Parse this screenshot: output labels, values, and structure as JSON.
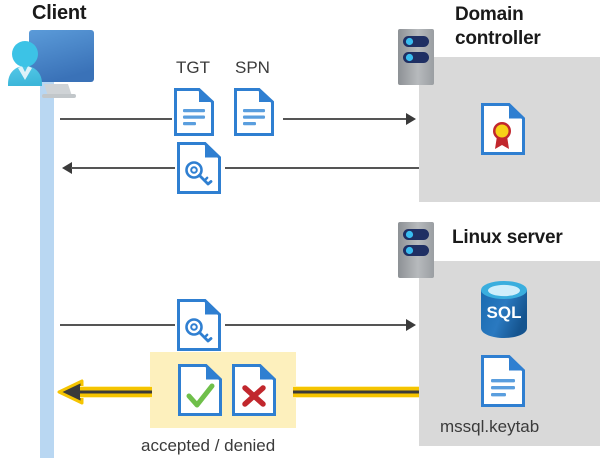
{
  "diagram": {
    "title_client": "Client",
    "title_domain_controller": "Domain\ncontroller",
    "title_domain_controller_line1": "Domain",
    "title_domain_controller_line2": "controller",
    "title_linux_server": "Linux server"
  },
  "labels": {
    "tgt": "TGT",
    "spn": "SPN",
    "accepted_denied": "accepted / denied",
    "keytab_file": "mssql.keytab"
  },
  "icons": {
    "client": "user-with-monitor-icon",
    "server_rack_dc": "server-rack-icon",
    "server_rack_linux": "server-rack-icon",
    "tgt_doc": "document-icon",
    "spn_doc": "document-icon",
    "ticket_key_doc_top": "document-with-key-icon",
    "ticket_key_doc_bottom": "document-with-key-icon",
    "certificate": "certificate-document-icon",
    "sql_database": "sql-database-icon",
    "keytab_doc": "document-icon",
    "accepted_doc": "document-with-checkmark-icon",
    "denied_doc": "document-with-x-icon"
  },
  "flows": [
    {
      "name": "client-to-dc-request",
      "direction": "right"
    },
    {
      "name": "dc-to-client-ticket",
      "direction": "left"
    },
    {
      "name": "client-to-linux-ticket",
      "direction": "right"
    },
    {
      "name": "linux-to-client-result",
      "direction": "left",
      "highlighted": true
    }
  ],
  "colors": {
    "panel_gray": "#d9d9d9",
    "lifeline_blue": "#b9d7f2",
    "accent_blue": "#2f7fd1",
    "doc_blue": "#2f7fd1",
    "highlight_yellow": "#fdf0bd",
    "arrow_yellow": "#f5c400",
    "check_green": "#6fbf4a",
    "x_red": "#c1272d",
    "sql_blue": "#1464a5",
    "line_gray": "#555555",
    "text_dark": "#1a1a1a"
  }
}
